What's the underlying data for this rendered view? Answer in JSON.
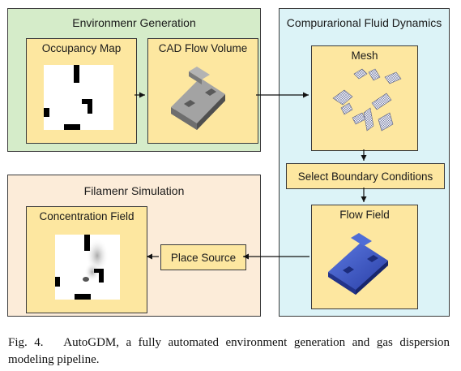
{
  "panels": {
    "env": {
      "title": "Environmenr Generation",
      "fill": "#d5ecc9"
    },
    "cfd": {
      "title": "Compurarional Fluid Dynamics",
      "fill": "#dcf3f7"
    },
    "fil": {
      "title": "Filamenr Simulation",
      "fill": "#fcecd9"
    }
  },
  "boxes": {
    "occupancy": "Occupancy Map",
    "cad": "CAD Flow Volume",
    "mesh": "Mesh",
    "boundary": "Select Boundary Conditions",
    "flow": "Flow Field",
    "source": "Place Source",
    "concentration": "Concentration Field"
  },
  "caption": {
    "label": "Fig. 4.",
    "text": "AutoGDM, a fully automated environment generation and gas dispersion modeling pipeline."
  },
  "colors": {
    "box_fill": "#fde7a0",
    "border": "#3a3a3a",
    "cad_gray": "#9a9a9a",
    "flow_blue": "#2f49b0"
  }
}
